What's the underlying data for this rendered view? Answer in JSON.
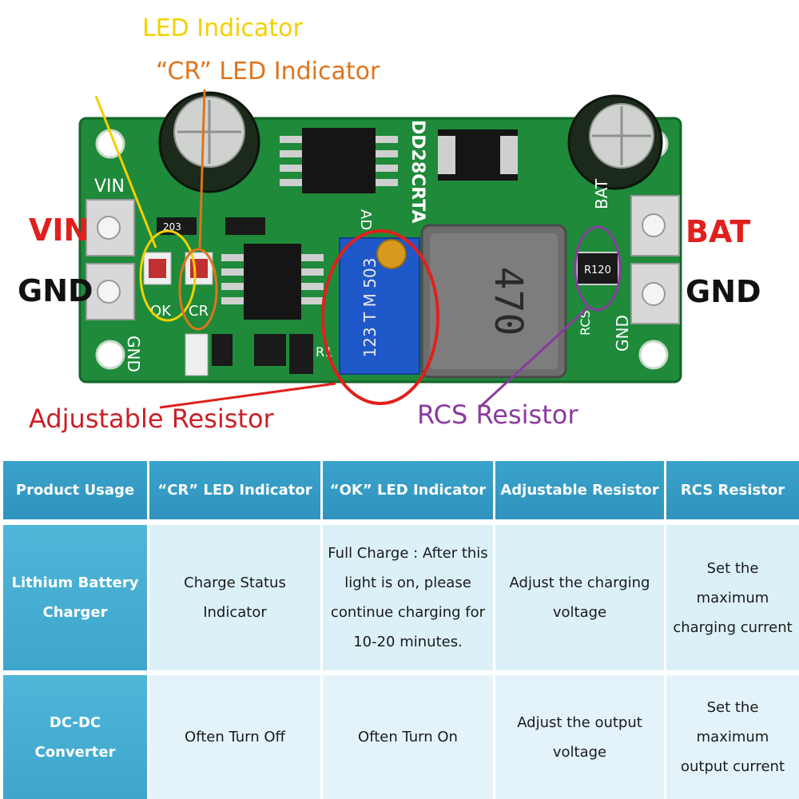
{
  "figure": {
    "callouts": {
      "led_indicator": "LED Indicator",
      "cr_led_indicator": "“CR” LED Indicator",
      "adjustable_resistor": "Adjustable Resistor",
      "rcs_resistor": "RCS Resistor"
    },
    "side_labels": {
      "vin": "VIN",
      "gnd_left": "GND",
      "bat": "BAT",
      "gnd_right": "GND"
    },
    "board_silkscreen": {
      "model": "DD28CRTA",
      "vin": "VIN",
      "gnd": "GND",
      "bat": "BAT",
      "gnd_right": "GND",
      "ok": "OK",
      "cr": "CR",
      "rcs": "RCS",
      "ad": "AD",
      "r1": "R1",
      "resistor_code": "203",
      "rcs_code": "R120",
      "inductor_code": "470",
      "pot_code": "123 T M 503"
    },
    "colors": {
      "pcb": "#1e8a3a",
      "yellow": "#f2d000",
      "orange": "#e0741c",
      "red": "#e0201c",
      "purple": "#8a3b9e"
    }
  },
  "table": {
    "headers": [
      "Product Usage",
      "“CR” LED Indicator",
      "“OK” LED Indicator",
      "Adjustable Resistor",
      "RCS Resistor"
    ],
    "rows": [
      {
        "usage": "Lithium Battery Charger",
        "cr": "Charge Status Indicator",
        "ok": "Full Charge : After this light is on, please continue charging for 10-20 minutes.",
        "adj": "Adjust the charging voltage",
        "rcs": "Set the maximum charging current"
      },
      {
        "usage": "DC-DC Converter",
        "cr": "Often Turn Off",
        "ok": "Often Turn On",
        "adj": "Adjust the output voltage",
        "rcs": "Set the maximum output current"
      }
    ],
    "colors": {
      "header": "#3399c4",
      "row_head": "#49b0d4",
      "cell": "#dcf0f8"
    }
  }
}
